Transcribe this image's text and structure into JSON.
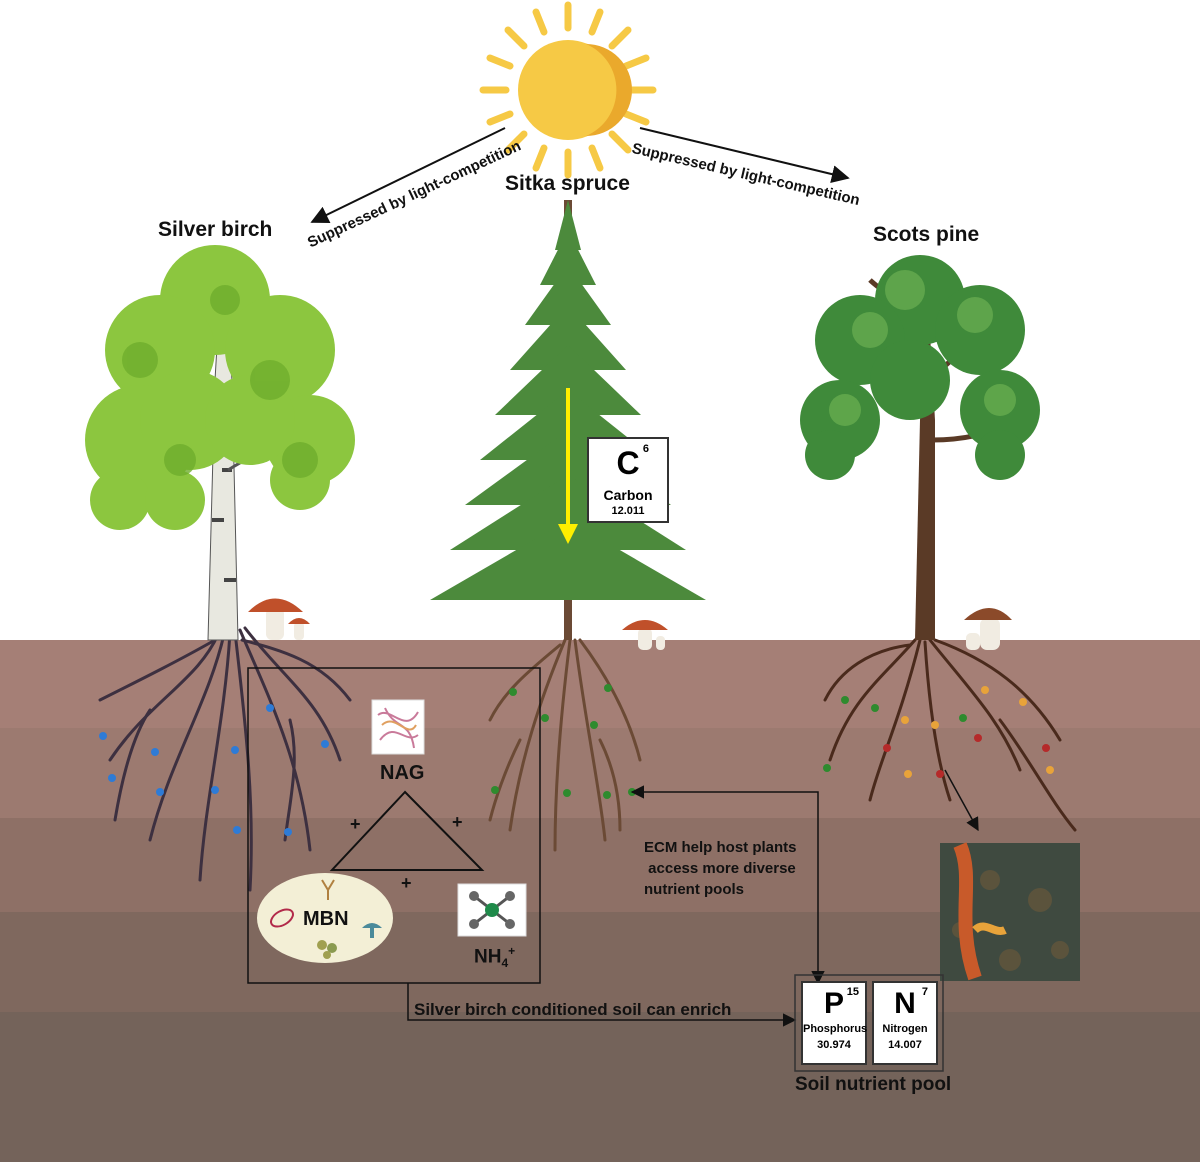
{
  "trees": {
    "birch": "Silver birch",
    "spruce": "Sitka spruce",
    "pine": "Scots pine"
  },
  "competition": {
    "left": "Suppressed by light-competition",
    "right": "Suppressed by light-competition"
  },
  "carbon": {
    "symbol": "C",
    "number": "6",
    "name": "Carbon",
    "mass": "12.011"
  },
  "phosphorus": {
    "symbol": "P",
    "number": "15",
    "name": "Phosphorus",
    "mass": "30.974"
  },
  "nitrogen": {
    "symbol": "N",
    "number": "7",
    "name": "Nitrogen",
    "mass": "14.007"
  },
  "triangle": {
    "nag": "NAG",
    "mbn": "MBN",
    "nh4": "NH",
    "nh4_sub": "4",
    "nh4_sup": "+",
    "plus": "+"
  },
  "ecm_text": "ECM help host plants\n access more diverse\nnutrient pools",
  "enrich_text": "Silver birch conditioned soil can enrich",
  "pool_label": "Soil nutrient pool",
  "colors": {
    "sky": "#ffffff",
    "soil_layers": [
      "#a57f76",
      "#9c7a70",
      "#8e7066",
      "#7f685e",
      "#74635a"
    ],
    "birch_leaf": "#8cc63f",
    "spruce_leaf": "#4c8a3c",
    "pine_leaf": "#3f8a3a",
    "sun": "#f6c945",
    "carbon_arrow": "#ffee00",
    "birch_root": "#3d3040",
    "spruce_root": "#6b4a35",
    "pine_root": "#4a2a1c"
  }
}
